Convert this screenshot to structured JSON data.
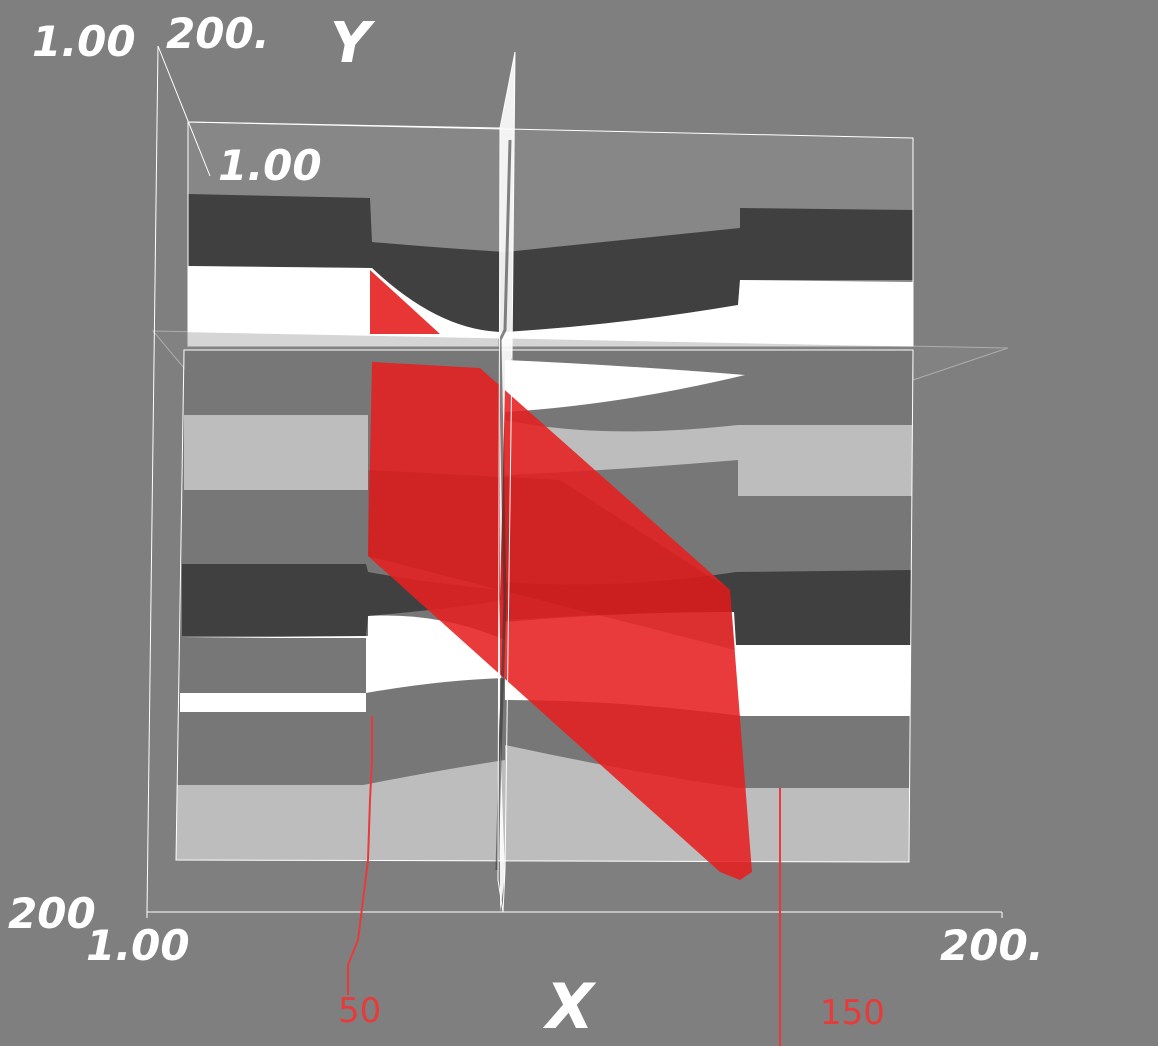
{
  "axes": {
    "x_title": "X",
    "y_title": "Y",
    "x_tick_start": "1.00",
    "x_tick_end": "200.",
    "y_tick_top_outer": "1.00",
    "y_tick_top_mid": "200.",
    "y_tick_top_inner": "1.00",
    "y_tick_bottom": "200"
  },
  "annotations": {
    "mark_50": "50",
    "mark_150": "150"
  },
  "colors": {
    "background": "#7f7f7f",
    "frame": "#ffffff",
    "fault_plane": "#e62020",
    "annotation": "#e83a3a",
    "layer_dark": "#404040",
    "layer_white": "#ffffff",
    "layer_mid": "#727272",
    "layer_light": "#bdbdbd"
  }
}
